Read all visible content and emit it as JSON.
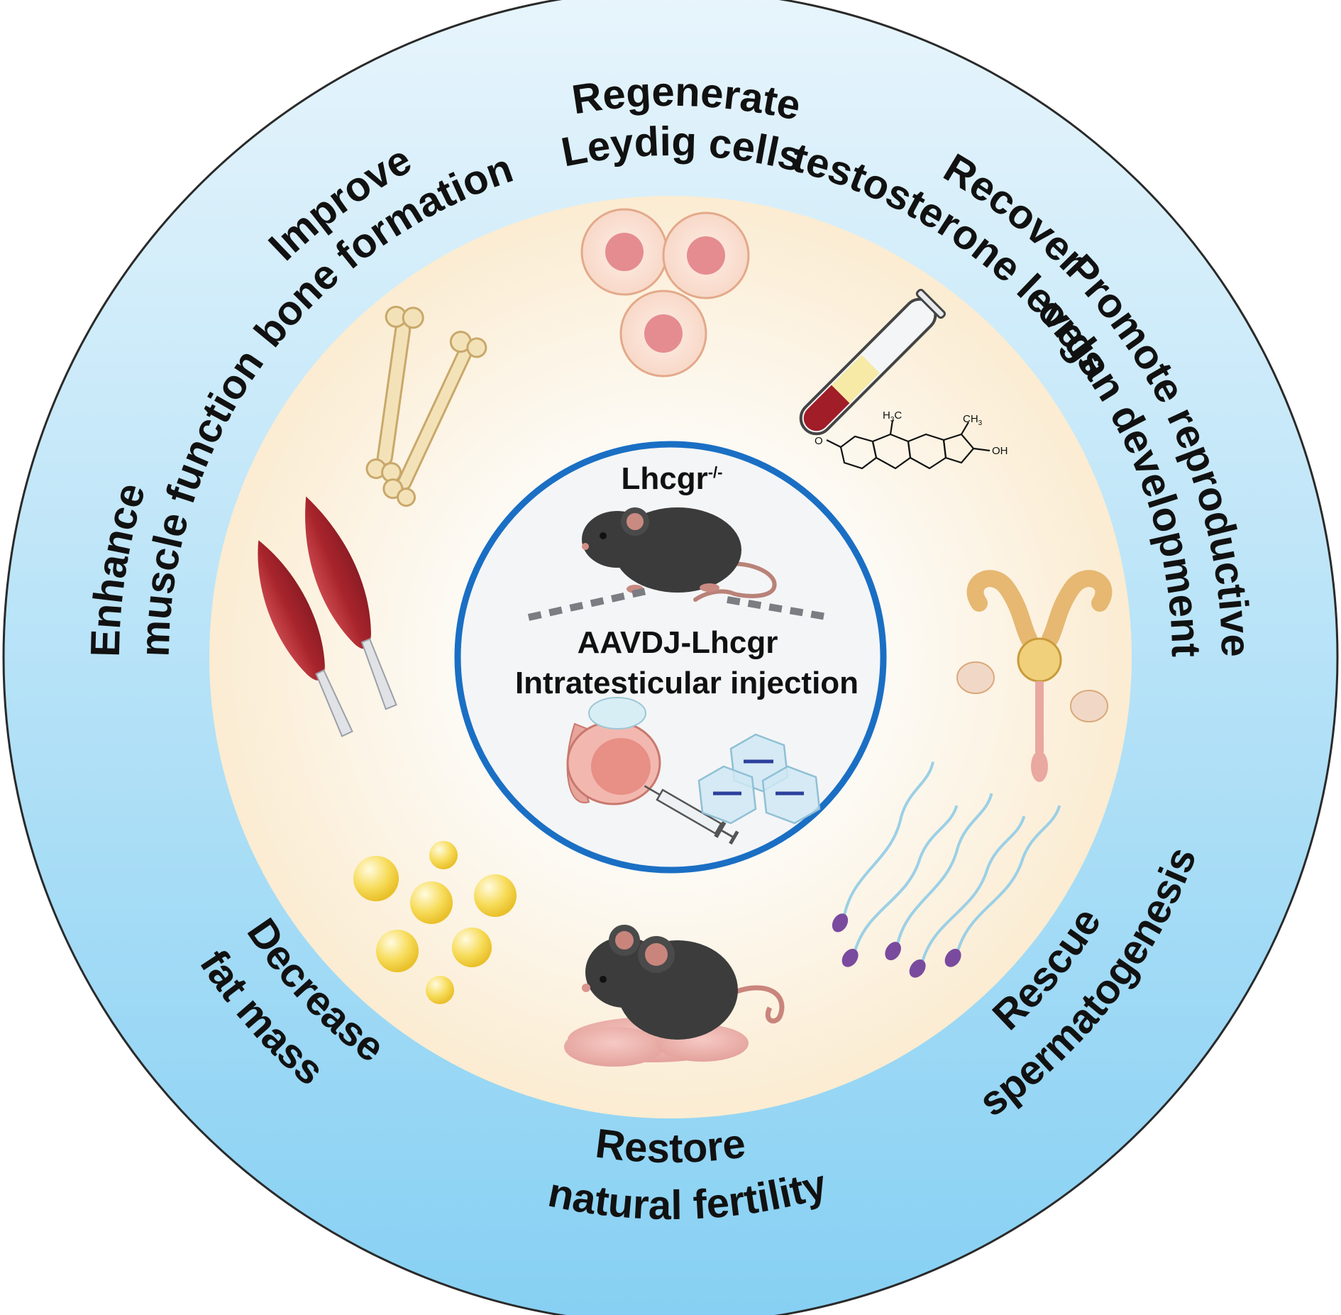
{
  "outer_ring": {
    "labels": [
      {
        "id": "regenerate",
        "lines": [
          "Regenerate",
          "Leydig cells"
        ]
      },
      {
        "id": "recover",
        "lines": [
          "Recover",
          "testosterone levels"
        ]
      },
      {
        "id": "promote",
        "lines": [
          "Promote reproductive",
          "organ development"
        ]
      },
      {
        "id": "rescue",
        "lines": [
          "Rescue",
          "spermatogenesis"
        ]
      },
      {
        "id": "restore",
        "lines": [
          "Restore",
          "natural fertility"
        ]
      },
      {
        "id": "decrease",
        "lines": [
          "Decrease",
          "fat mass"
        ]
      },
      {
        "id": "enhance",
        "lines": [
          "Enhance",
          "muscle function"
        ]
      },
      {
        "id": "improve",
        "lines": [
          "Improve",
          "bone formation"
        ]
      }
    ]
  },
  "center": {
    "genotype_base": "Lhcgr",
    "genotype_sup": "-/-",
    "vector": "AAVDJ-Lhcgr",
    "method": "Intratesticular injection"
  },
  "chemistry": {
    "methyl_a": "H",
    "methyl_a_sub": "3",
    "methyl_a_end": "C",
    "methyl_b": "CH",
    "methyl_b_sub": "3",
    "hydroxyl": "OH",
    "ketone": "O"
  },
  "colors": {
    "outer_ring_top": "#e4f3fc",
    "outer_ring_bottom": "#88d2f4",
    "inner_ring": "#fdf6e6",
    "center_border": "#1a6fc4",
    "center_fill": "#f4f5f6"
  }
}
